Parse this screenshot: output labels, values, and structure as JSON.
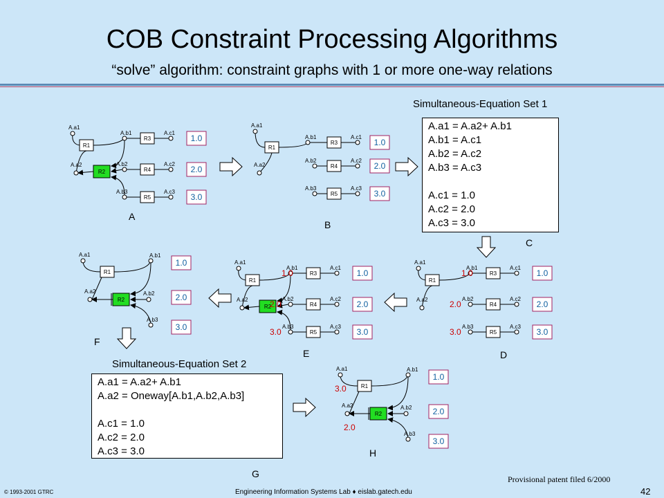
{
  "title": "COB Constraint Processing Algorithms",
  "subtitle": "“solve” algorithm: constraint graphs with 1 or more one-way relations",
  "set1": {
    "title": "Simultaneous-Equation Set 1",
    "lines": [
      "A.a1 = A.a2+ A.b1",
      "A.b1 = A.c1",
      "A.b2 = A.c2",
      "A.b3 = A.c3",
      "",
      "A.c1 = 1.0",
      "A.c2 = 2.0",
      "A.c3 = 3.0"
    ]
  },
  "set2": {
    "title": "Simultaneous-Equation Set 2",
    "lines": [
      "A.a1 = A.a2+ A.b1",
      "A.a2 = Oneway[A.b1,A.b2,A.b3]",
      "",
      "A.c1 = 1.0",
      "A.c2 = 2.0",
      "A.c3 = 3.0"
    ]
  },
  "graph_labels": {
    "a1": "A.a1",
    "a2": "A.a2",
    "b1": "A.b1",
    "b2": "A.b2",
    "b3": "A.b3",
    "c1": "A.c1",
    "c2": "A.c2",
    "c3": "A.c3",
    "r1": "R1",
    "r2": "R2",
    "r3": "R3",
    "r4": "R4",
    "r5": "R5",
    "v1": "1.0",
    "v2": "2.0",
    "v3": "3.0"
  },
  "panel_letters": [
    "A",
    "B",
    "C",
    "D",
    "E",
    "F",
    "G",
    "H"
  ],
  "footer": {
    "copyright": "© 1993-2001  GTRC",
    "center": "Engineering Information Systems Lab ♦ eislab.gatech.edu",
    "patent": "Provisional patent filed 6/2000",
    "page": "42"
  }
}
